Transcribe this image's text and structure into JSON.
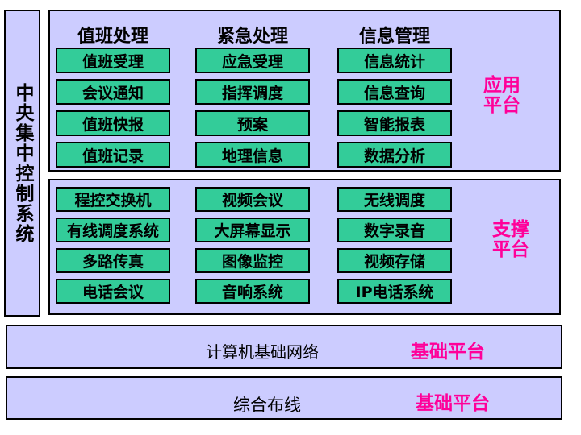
{
  "colors": {
    "panel_bg": "#CCCCFF",
    "module_bg": "#33CC99",
    "accent_magenta": "#FF0099",
    "border": "#000000"
  },
  "left_bar": {
    "title": "中央集中控制系统"
  },
  "app_platform": {
    "platform_label": "应用\n平台",
    "columns": [
      {
        "header": "值班处理",
        "items": [
          "值班受理",
          "会议通知",
          "值班快报",
          "值班记录"
        ]
      },
      {
        "header": "紧急处理",
        "items": [
          "应急受理",
          "指挥调度",
          "预案",
          "地理信息"
        ]
      },
      {
        "header": "信息管理",
        "items": [
          "信息统计",
          "信息查询",
          "智能报表",
          "数据分析"
        ]
      }
    ]
  },
  "support_platform": {
    "platform_label": "支撑\n平台",
    "columns": [
      {
        "items": [
          "程控交换机",
          "有线调度系统",
          "多路传真",
          "电话会议"
        ]
      },
      {
        "items": [
          "视频会议",
          "大屏幕显示",
          "图像监控",
          "音响系统"
        ]
      },
      {
        "items": [
          "无线调度",
          "数字录音",
          "视频存储",
          "IP电话系统"
        ]
      }
    ]
  },
  "base_platforms": [
    {
      "title": "计算机基础网络",
      "platform_label": "基础平台"
    },
    {
      "title": "综合布线",
      "platform_label": "基础平台"
    }
  ]
}
